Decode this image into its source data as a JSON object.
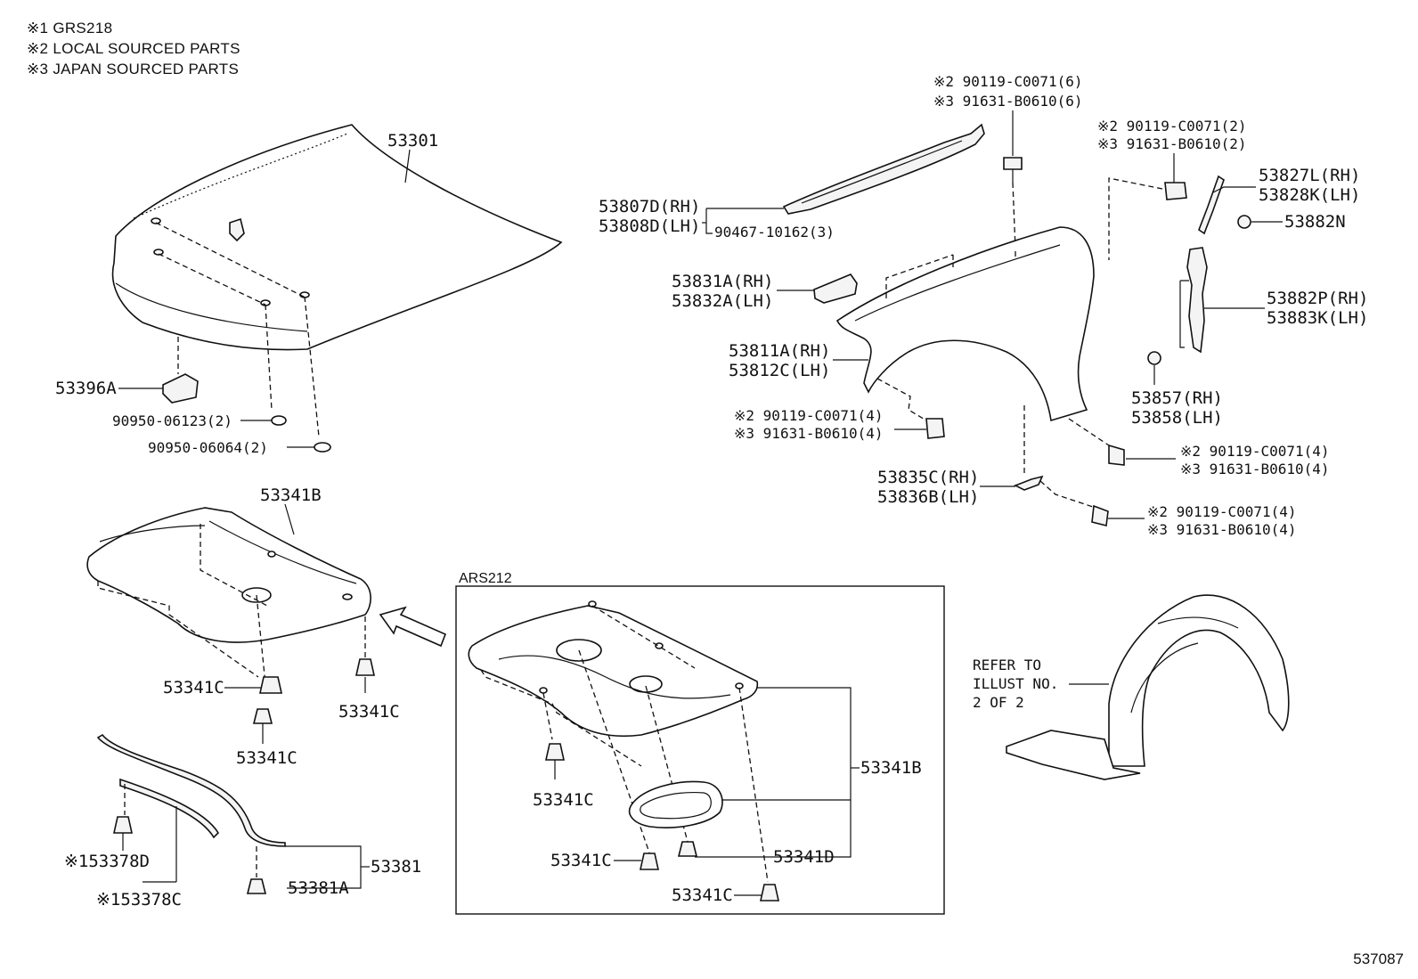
{
  "notes": [
    "※1 GRS218",
    "※2 LOCAL SOURCED PARTS",
    "※3 JAPAN SOURCED PARTS"
  ],
  "figure_number": "537087",
  "inset_title": "ARS212",
  "refer_text": [
    "REFER TO",
    "ILLUST NO.",
    "2 OF 2"
  ],
  "labels": {
    "hood": "53301",
    "hood_bumper": "53396A",
    "plug_a": "90950-06123(2)",
    "plug_b": "90950-06064(2)",
    "cover_main": "53341B",
    "clip_1": "53341C",
    "clip_2": "53341C",
    "clip_3": "53341C",
    "seal_1": "※153378D",
    "seal_2": "※153378C",
    "seal_3": "53381",
    "seal_3_clip": "53381A",
    "inset_cover": "53341B",
    "inset_clip_1": "53341C",
    "inset_clip_2": "53341C",
    "inset_clip_3": "53341C",
    "inset_plate": "53341D",
    "seal_rh": "53807D(RH)",
    "seal_lh": "53808D(LH)",
    "seal_clip": "90467-10162(3)",
    "bolt_top_2": "※2 90119-C0071(6)",
    "bolt_top_3": "※3 91631-B0610(6)",
    "bolt_mid_2": "※2 90119-C0071(2)",
    "bolt_mid_3": "※3 91631-B0610(2)",
    "brkt_rh": "53827L(RH)",
    "brkt_lh": "53828K(LH)",
    "nut": "53882N",
    "pad_rh": "53831A(RH)",
    "pad_lh": "53832A(LH)",
    "fender_rh": "53811A(RH)",
    "fender_lh": "53812C(LH)",
    "bolt_low_2": "※2 90119-C0071(4)",
    "bolt_low_3": "※3 91631-B0610(4)",
    "sub_rh": "53882P(RH)",
    "sub_lh": "53883K(LH)",
    "clip_rh": "53857(RH)",
    "clip_lh": "53858(LH)",
    "bolt_r_2": "※2 90119-C0071(4)",
    "bolt_r_3": "※3 91631-B0610(4)",
    "brace_rh": "53835C(RH)",
    "brace_lh": "53836B(LH)",
    "bolt_b_2": "※2 90119-C0071(4)",
    "bolt_b_3": "※3 91631-B0610(4)"
  }
}
